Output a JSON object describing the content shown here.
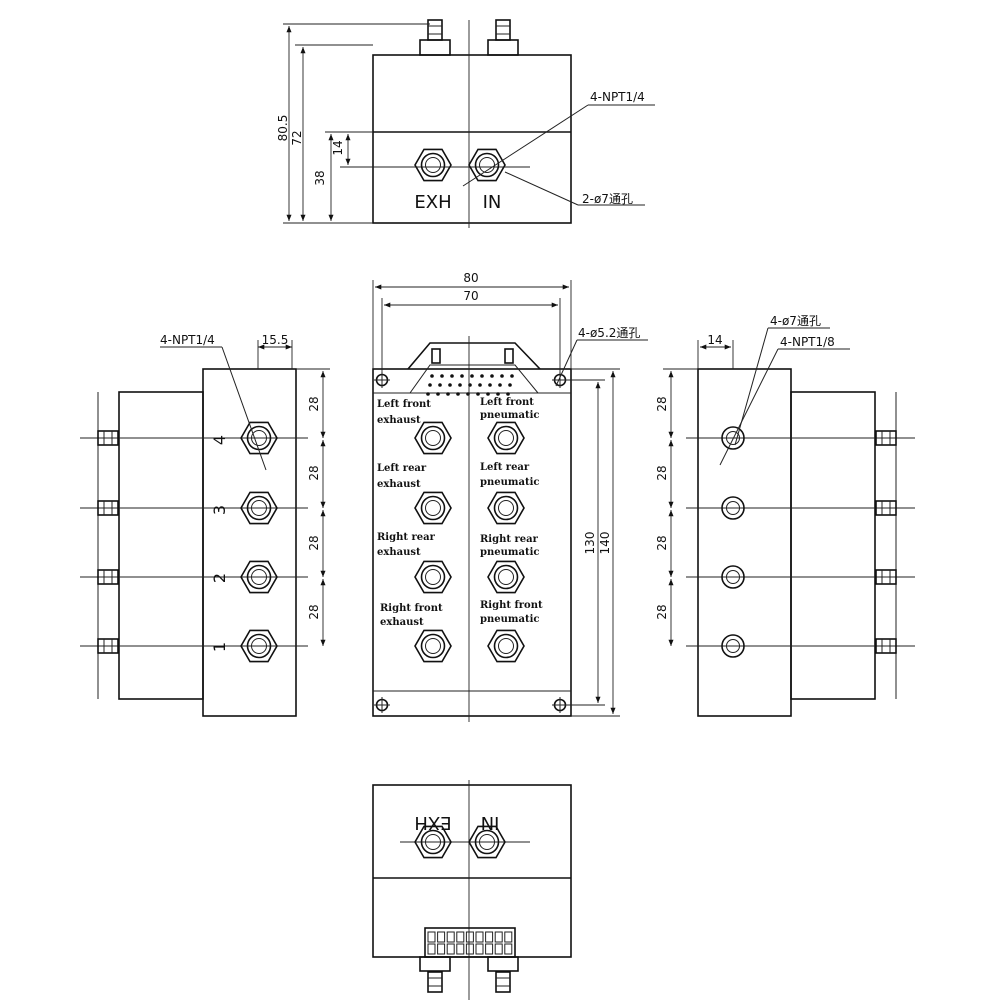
{
  "top_view": {
    "dims": {
      "overall_height": "80.5",
      "body_height": "72",
      "port_height": "38",
      "port_offset": "14"
    },
    "callouts": {
      "npt": "4-NPT1/4",
      "holes": "2-ø7通孔"
    },
    "ports": {
      "exhaust": "EXH",
      "inlet": "IN"
    }
  },
  "front_view": {
    "dims": {
      "width": "80",
      "hole_span": "70",
      "inner_height": "130",
      "height": "140"
    },
    "callout": "4-ø5.2通孔",
    "ports": [
      {
        "line1": "Left front",
        "line2": "exhaust"
      },
      {
        "line1": "Left front",
        "line2": "pneumatic"
      },
      {
        "line1": "Left rear",
        "line2": "exhaust"
      },
      {
        "line1": "Left rear",
        "line2": "pneumatic"
      },
      {
        "line1": "Right rear",
        "line2": "exhaust"
      },
      {
        "line1": "Right rear",
        "line2": "pneumatic"
      },
      {
        "line1": "Right front",
        "line2": "exhaust"
      },
      {
        "line1": "Right front",
        "line2": "pneumatic"
      }
    ]
  },
  "left_view": {
    "callout": "4-NPT1/4",
    "offset": "15.5",
    "pitch": [
      "28",
      "28",
      "28",
      "28"
    ],
    "numbers": [
      "4",
      "3",
      "2",
      "1"
    ]
  },
  "right_view": {
    "callouts": {
      "holes": "4-ø7通孔",
      "npt": "4-NPT1/8"
    },
    "offset": "14",
    "pitch": [
      "28",
      "28",
      "28",
      "28"
    ]
  },
  "bottom_view": {
    "ports": {
      "exhaust": "EXH",
      "inlet": "IN"
    }
  }
}
